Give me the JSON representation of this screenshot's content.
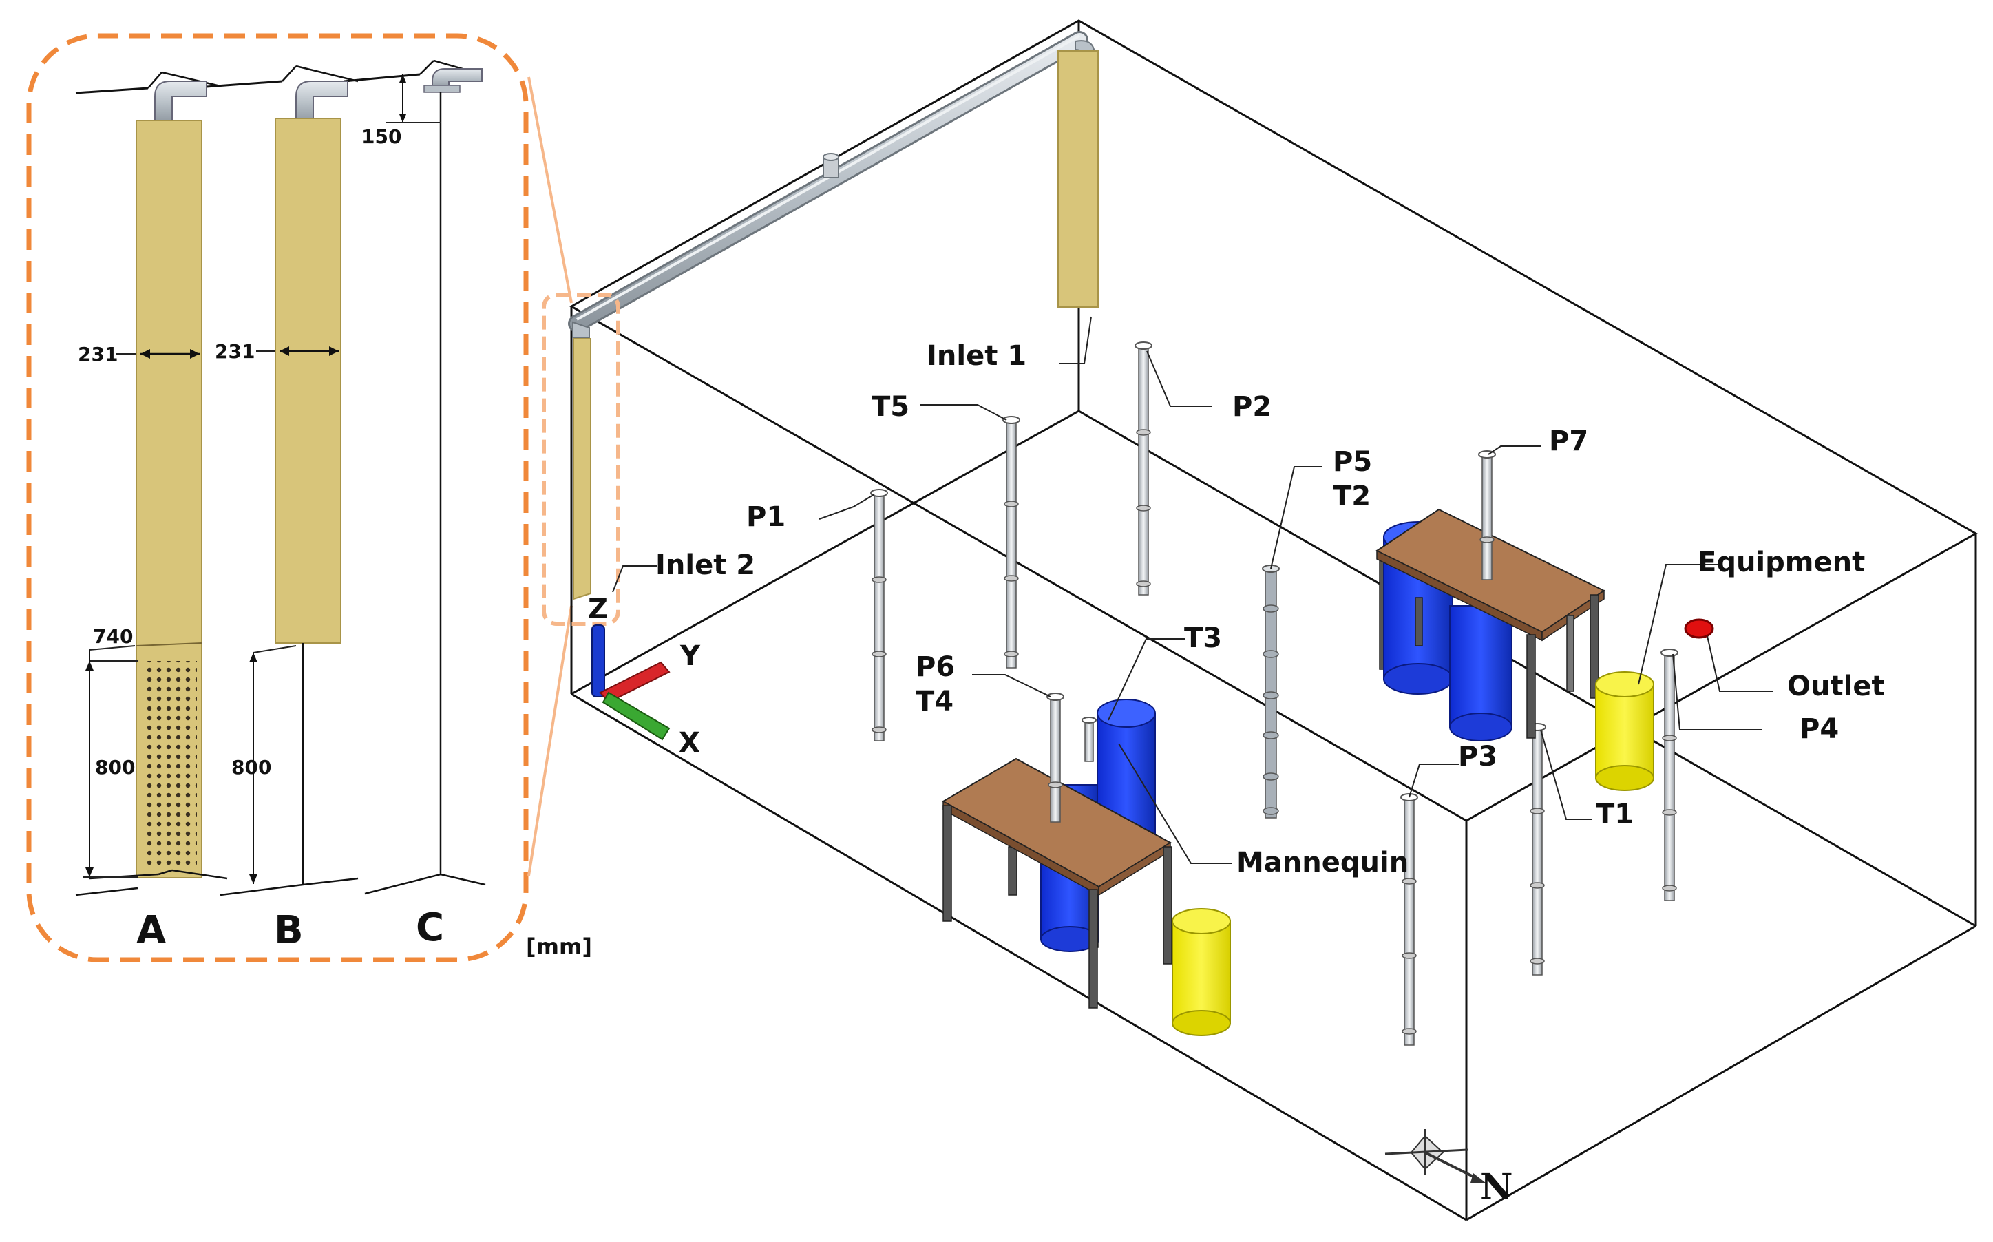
{
  "inset": {
    "variants": [
      "A",
      "B",
      "C"
    ],
    "width_label_a": "231",
    "width_label_b": "231",
    "gap_label_a": "740",
    "height_label_a": "800",
    "height_label_b": "800",
    "offset_label_c": "150",
    "unit_label": "[mm]"
  },
  "labels": {
    "inlet1": "Inlet 1",
    "inlet2": "Inlet 2",
    "p1": "P1",
    "p2": "P2",
    "p3": "P3",
    "p4": "P4",
    "p5": "P5",
    "t2": "T2",
    "p6": "P6",
    "t4": "T4",
    "p7": "P7",
    "t1": "T1",
    "t3": "T3",
    "t5": "T5",
    "equipment": "Equipment",
    "outlet": "Outlet",
    "mannequin": "Mannequin"
  },
  "axes": {
    "x": "X",
    "y": "Y",
    "z": "Z"
  },
  "compass": {
    "north": "N"
  },
  "colors": {
    "inlet_fabric": "#d8c57a",
    "mannequin": "#1f3fe0",
    "equipment": "#f5ef1a",
    "table_top": "#b07b52",
    "outlet": "#e01010",
    "inset_border": "#f0883a",
    "axis_x": "#3aa832",
    "axis_y": "#d8262a",
    "axis_z": "#1a3bd0"
  }
}
